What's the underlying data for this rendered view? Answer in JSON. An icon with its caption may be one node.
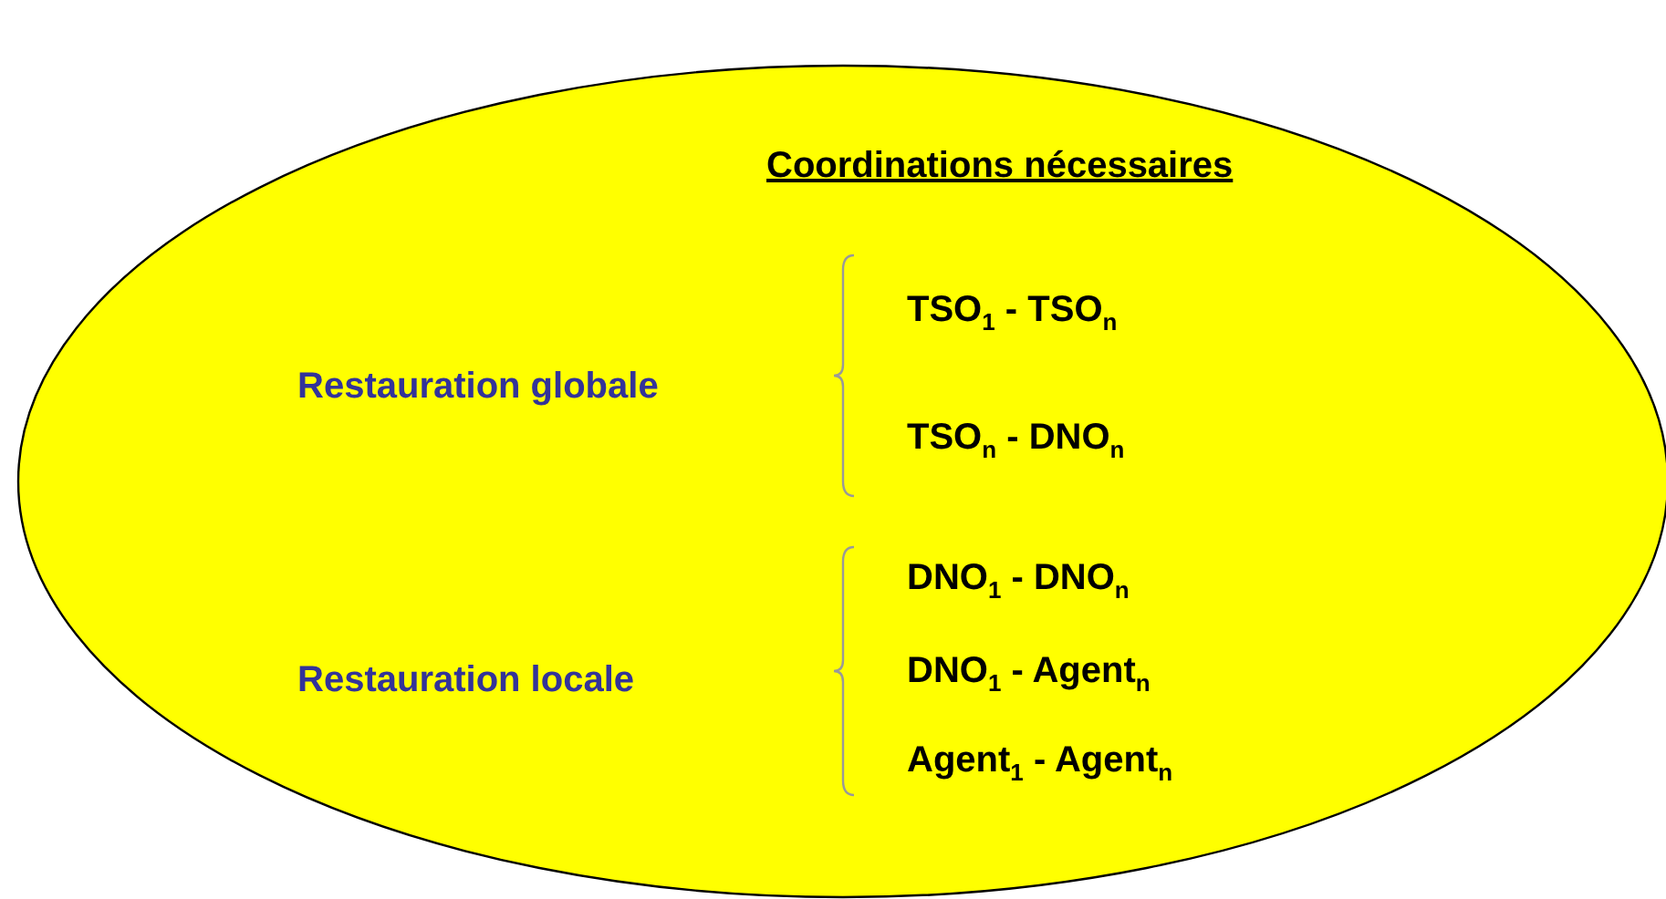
{
  "diagram": {
    "nodes": [
      {
        "text": [
          "Coordinations nécessaires",
          "Restauration globale",
          "TSO$_{1}$ - TSO$_{n}$",
          "TSO$_{n}$ - DNO$_{n}$",
          "Restauration locale",
          "DNO$_{1}$ - DNO$_{n}$",
          "DNO$_{1}$ - Agent$_{n}$",
          "Agent$_{1}$ - Agent$_{n}$"
        ]
      }
    ]
  }
}
